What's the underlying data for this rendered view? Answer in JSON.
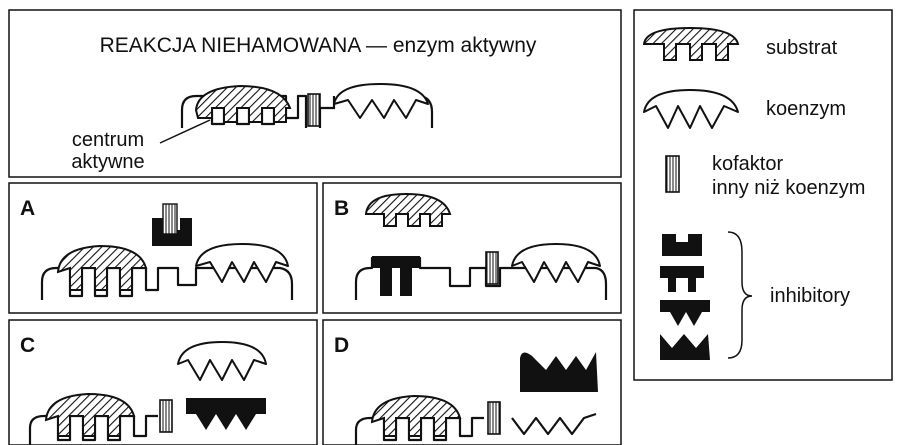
{
  "main": {
    "title": "REAKCJA NIEHAMOWANA — enzym aktywny",
    "active_site_line1": "centrum",
    "active_site_line2": "aktywne"
  },
  "panels": [
    {
      "label": "A"
    },
    {
      "label": "B"
    },
    {
      "label": "C"
    },
    {
      "label": "D"
    }
  ],
  "legend": {
    "substrate": "substrat",
    "coenzyme": "koenzym",
    "cofactor_line1": "kofaktor",
    "cofactor_line2": "inny niż koenzym",
    "inhibitors": "inhibitory"
  },
  "colors": {
    "line": "#111111",
    "fill_dark": "#111111",
    "background": "#ffffff"
  }
}
